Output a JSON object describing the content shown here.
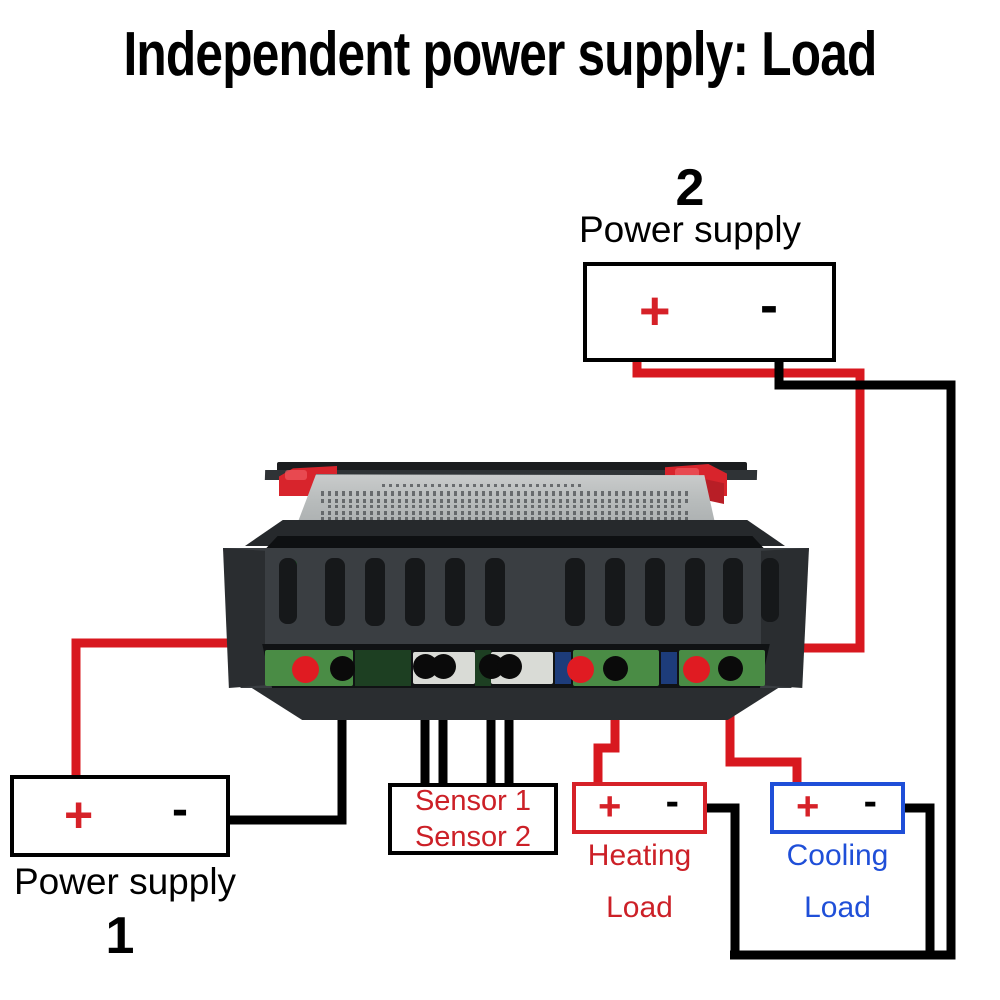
{
  "title": "Independent power supply: Load",
  "power_supply_top": {
    "number": "2",
    "label": "Power supply",
    "plus": "+",
    "minus": "-"
  },
  "power_supply_bottom": {
    "number": "1",
    "label": "Power supply",
    "plus": "+",
    "minus": "-"
  },
  "sensors": {
    "line1": "Sensor 1",
    "line2": "Sensor 2"
  },
  "heating_load": {
    "name": "Heating",
    "type": "Load",
    "plus": "+",
    "minus": "-"
  },
  "cooling_load": {
    "name": "Cooling",
    "type": "Load",
    "plus": "+",
    "minus": "-"
  },
  "colors": {
    "positive_wire": "#e01b22",
    "negative_wire": "#000000",
    "heating": "#cc2027",
    "cooling": "#1f4fd8",
    "device_body": "#3a3e42",
    "terminal_green": "#4a8c45",
    "clip_red": "#d8242c"
  }
}
